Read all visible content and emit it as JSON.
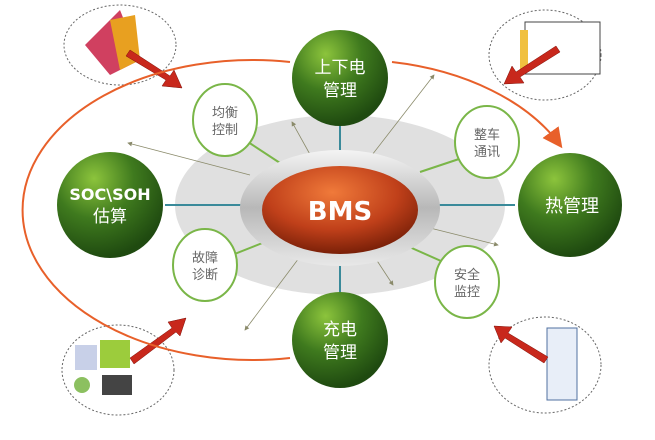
{
  "center": {
    "label": "BMS",
    "color": "#c0401a"
  },
  "main_nodes": [
    {
      "id": "power",
      "lines": [
        "上下电",
        "管理"
      ]
    },
    {
      "id": "soc",
      "lines": [
        "SOC\\SOH",
        "估算"
      ]
    },
    {
      "id": "thermal",
      "lines": [
        "热管理"
      ]
    },
    {
      "id": "charge",
      "lines": [
        "充电",
        "管理"
      ]
    }
  ],
  "sub_nodes": [
    {
      "id": "balance",
      "lines": [
        "均衡",
        "控制"
      ]
    },
    {
      "id": "comm",
      "lines": [
        "整车",
        "通讯"
      ]
    },
    {
      "id": "fault",
      "lines": [
        "故障",
        "诊断"
      ]
    },
    {
      "id": "safety",
      "lines": [
        "安全",
        "监控"
      ]
    }
  ],
  "colors": {
    "green": "#3f7a1e",
    "ring": "#e8602a",
    "arrow": "#c8281c",
    "connector": "#3a8a9a",
    "sub_border": "#7ab648"
  }
}
